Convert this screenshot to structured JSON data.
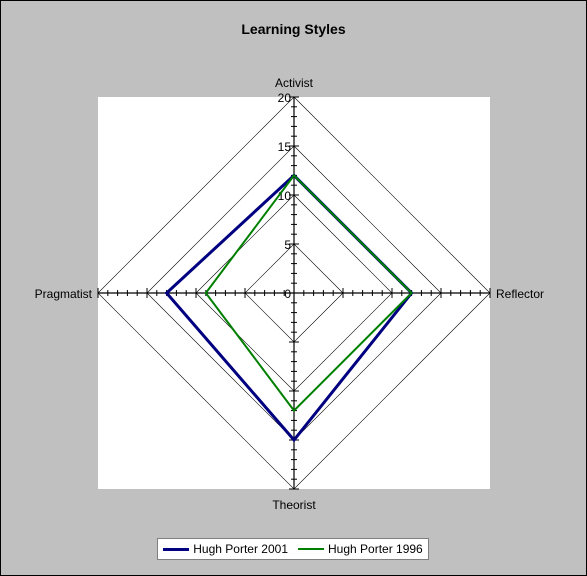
{
  "chart_data": {
    "type": "radar",
    "title": "Learning Styles",
    "axes": [
      "Activist",
      "Reflector",
      "Theorist",
      "Pragmatist"
    ],
    "rlim": [
      0,
      20
    ],
    "major_step": 5,
    "minor_step": 1,
    "tick_labels": [
      "0",
      "5",
      "10",
      "15",
      "20"
    ],
    "grid": true,
    "legend_position": "bottom",
    "series": [
      {
        "name": "Hugh Porter 2001",
        "values": [
          12,
          12,
          15,
          13
        ],
        "color": "#000080"
      },
      {
        "name": "Hugh Porter 1996",
        "values": [
          12,
          12,
          12,
          9
        ],
        "color": "#008000"
      }
    ]
  }
}
